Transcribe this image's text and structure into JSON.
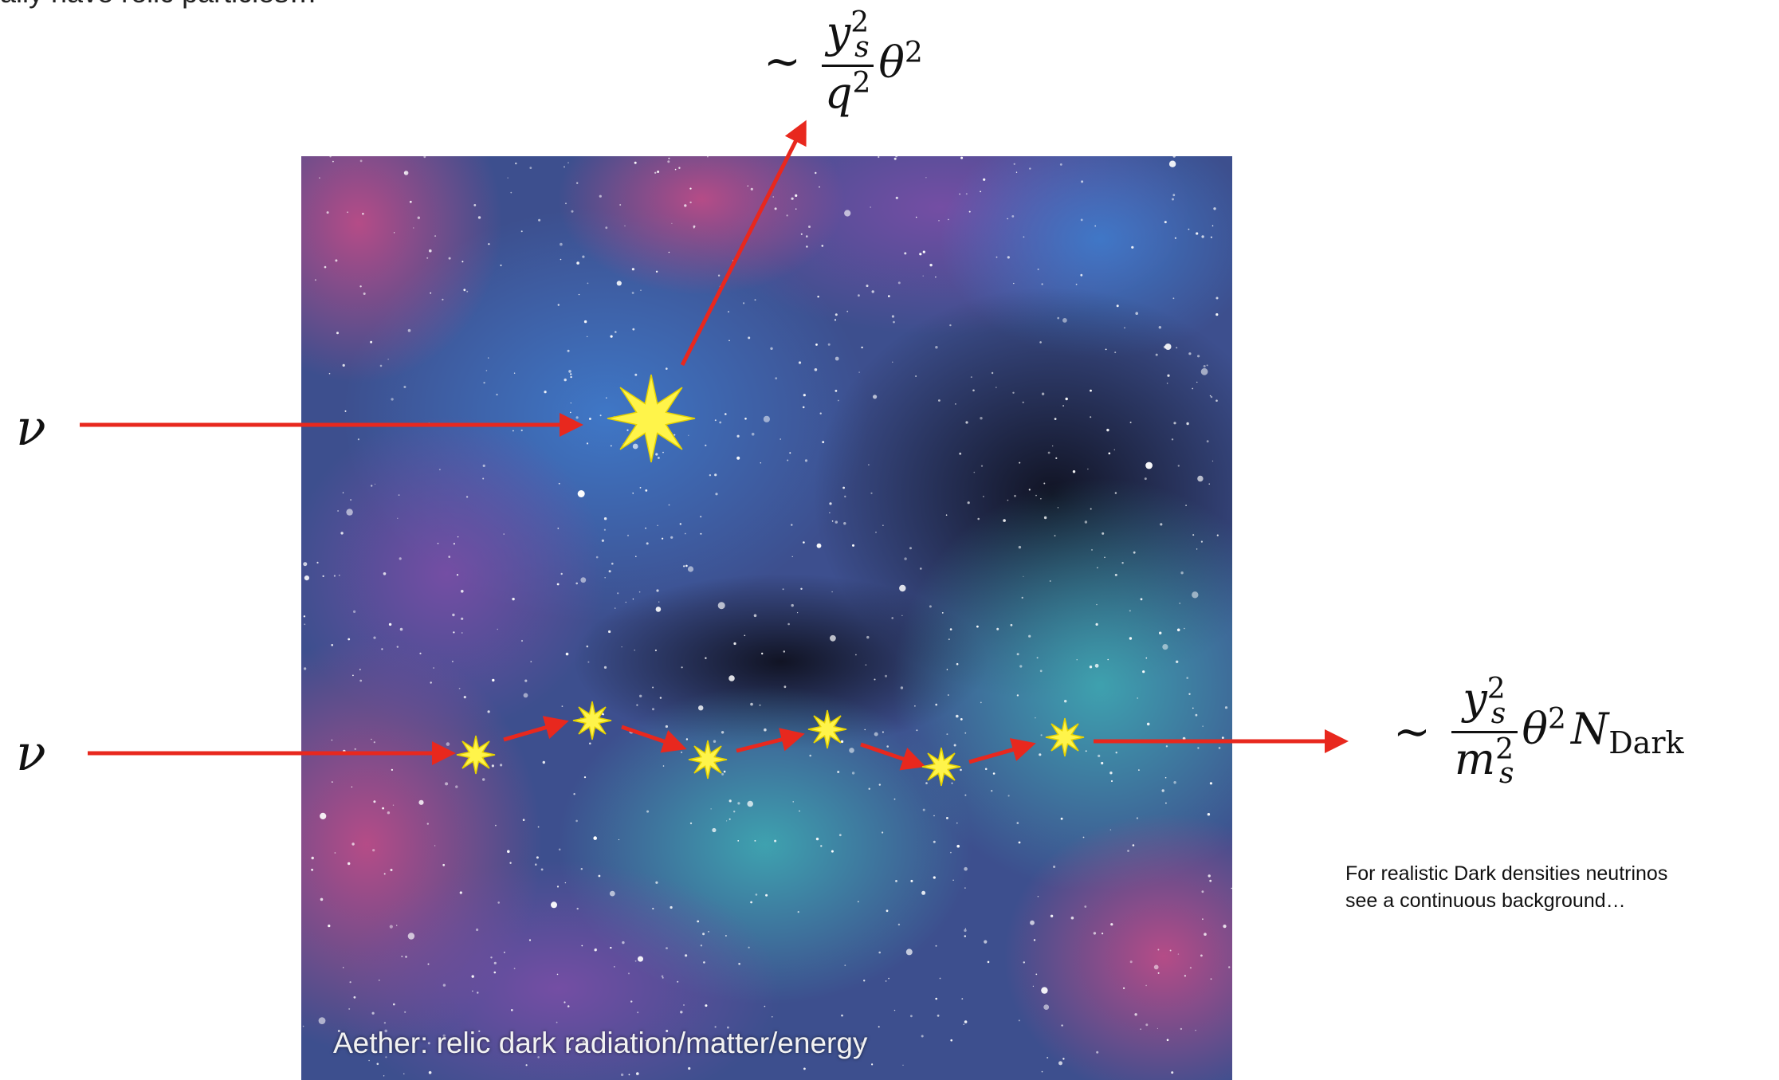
{
  "header_partial_text": "ally have relic particles…",
  "nu_symbol": "ν",
  "top_formula": {
    "prefix": "∼",
    "numerator": "y",
    "numerator_sup": "2",
    "numerator_sub": "s",
    "denominator": "q",
    "denominator_sup": "2",
    "tail": "θ",
    "tail_sup": "2"
  },
  "right_formula": {
    "prefix": "∼",
    "numerator": "y",
    "numerator_sup": "2",
    "numerator_sub": "s",
    "denominator": "m",
    "denominator_sup": "2",
    "denominator_sub": "s",
    "tail": "θ",
    "tail_sup": "2",
    "tail_n": "N",
    "tail_n_sub": "Dark"
  },
  "note_lines": [
    "For realistic Dark densities neutrinos",
    "see a continuous background…"
  ],
  "caption": "Aether: relic dark radiation/matter/energy",
  "colors": {
    "arrow": "#e8281e",
    "star_fill": "#fff44a",
    "star_stroke": "#e6d200"
  }
}
